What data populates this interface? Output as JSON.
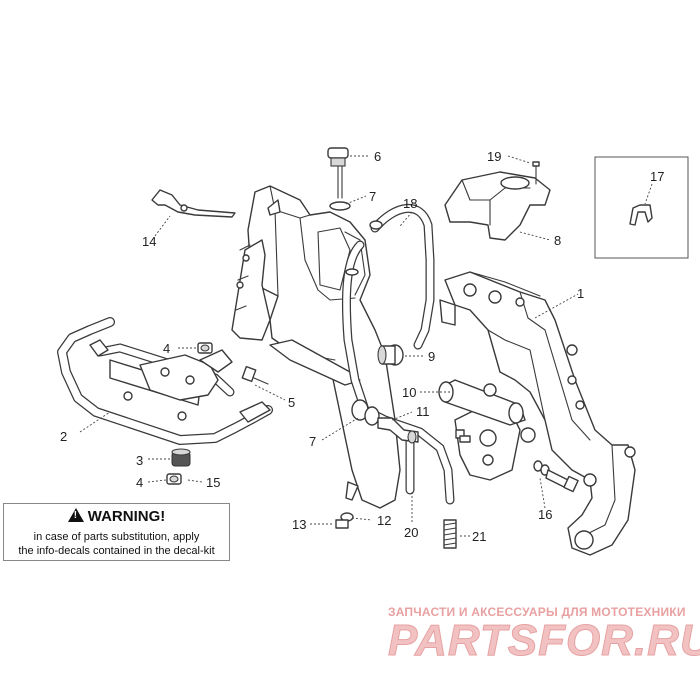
{
  "callouts": {
    "c1": "1",
    "c2": "2",
    "c3": "3",
    "c4a": "4",
    "c4b": "4",
    "c5": "5",
    "c6": "6",
    "c7a": "7",
    "c7b": "7",
    "c8": "8",
    "c9": "9",
    "c10": "10",
    "c11": "11",
    "c12": "12",
    "c13": "13",
    "c14": "14",
    "c15": "15",
    "c16": "16",
    "c17": "17",
    "c18": "18",
    "c19": "19",
    "c20": "20",
    "c21": "21"
  },
  "warning": {
    "title": "WARNING!",
    "line1": "in case of parts substitution, apply",
    "line2": "the info-decals contained in the decal-kit"
  },
  "watermark": {
    "tagline": "ЗАПЧАСТИ И АКСЕССУАРЫ ДЛЯ МОТОТЕХНИКИ",
    "brand": "PARTSFOR.RU"
  }
}
